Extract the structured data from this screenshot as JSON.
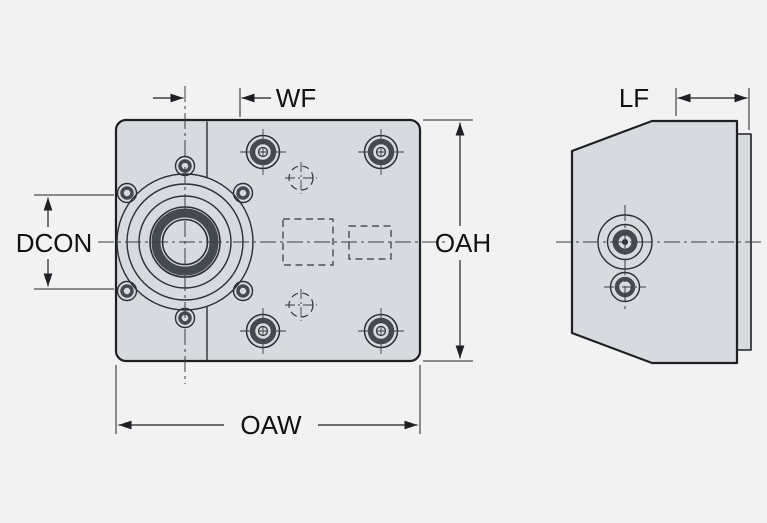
{
  "labels": {
    "wf": "WF",
    "lf": "LF",
    "dcon": "DCON",
    "oah": "OAH",
    "oaw": "OAW"
  },
  "colors": {
    "background": "#f2f2f3",
    "part_fill": "#d7dade",
    "line": "#1e2024"
  }
}
